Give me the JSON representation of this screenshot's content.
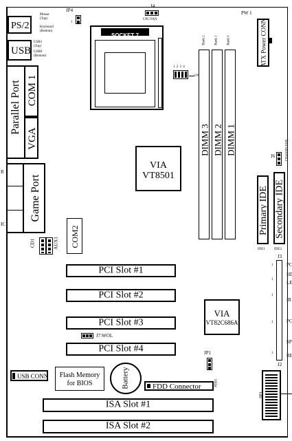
{
  "io": {
    "ps2": "PS/2",
    "mouse": "Mouse",
    "mouse_sub": "(Top)",
    "keyboard": "Keyboard",
    "keyboard_sub": "(Bottom)",
    "usb": "USB",
    "usb1": "USB1",
    "usb1_sub": "(Top)",
    "usb0": "USB0",
    "usb0_sub": "(Bottom)",
    "com1": "COM 1",
    "parallel": "Parallel Port",
    "vga": "VGA",
    "game": "Game Port",
    "edge_r": "R",
    "edge_ic": "IC"
  },
  "headers": {
    "jp4": "JP4",
    "jp4_pin": "1",
    "j4": "J4",
    "cpu_fan": "CPU FAN",
    "pw1": "PW 1",
    "atx_power": "ATX Power CONN",
    "socket": "SOCKET 7",
    "dip_nums": "1 2 3 4",
    "dip_on": "ON",
    "j6": "J6",
    "j6_label": "CHASSIS FAN",
    "j3": "J3",
    "j2": "J2",
    "jp1": "JP1",
    "fdd_side": "FDD1",
    "jp3": "JP3"
  },
  "memory": {
    "banks": [
      "Bank 2",
      "Bank 1",
      "Bank 0"
    ],
    "dimms": [
      "DIMM 3",
      "DIMM 2",
      "DIMM 1"
    ]
  },
  "chips": {
    "north_vendor": "VIA",
    "north_model": "VT8501",
    "south_vendor": "VIA",
    "south_model": "VT82C686A",
    "flash_line1": "Flash Memory",
    "flash_line2": "for BIOS",
    "battery": "Battery"
  },
  "ide": {
    "primary": "Primary IDE",
    "secondary": "Secondary IDE",
    "ide1": "IDE1",
    "ide2": "IDE2"
  },
  "misc": {
    "com2": "COM2",
    "cd1": "CD1",
    "aux1": "AUX1",
    "j7": "J7:WOL",
    "usb_conn": "USB CONN",
    "fdd": "FDD Connector"
  },
  "slots": {
    "pci": [
      "PCI Slot #1",
      "PCI Slot #2",
      "PCI Slot #3",
      "PCI Slot #4"
    ],
    "isa": [
      "ISA Slot #1",
      "ISA Slot #2"
    ]
  },
  "front_panel": {
    "pin_marks": [
      "1",
      "1",
      "1",
      "1",
      "1"
    ],
    "edge_labels": [
      "PC",
      "HD",
      "LE",
      "IR",
      "PC",
      "SP",
      "RE"
    ]
  }
}
